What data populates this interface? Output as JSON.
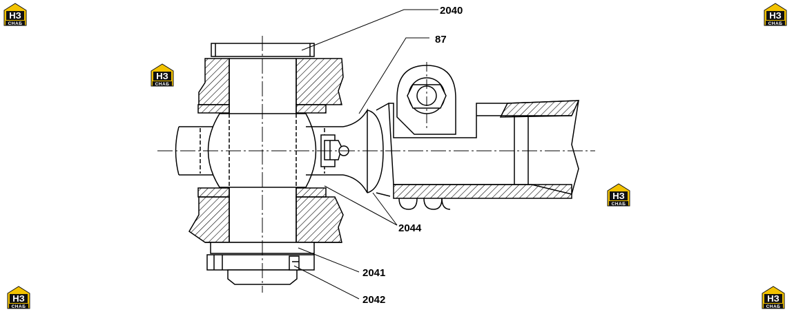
{
  "callouts": [
    {
      "id": "2040",
      "label": "2040"
    },
    {
      "id": "87",
      "label": "87"
    },
    {
      "id": "2044",
      "label": "2044"
    },
    {
      "id": "2041",
      "label": "2041"
    },
    {
      "id": "2042",
      "label": "2042"
    }
  ],
  "watermark": {
    "top_text": "НЗ",
    "bottom_text": "СНАБ",
    "colors": {
      "yellow": "#f2c200",
      "black": "#111111"
    }
  },
  "colors": {
    "line": "#000000",
    "background": "#ffffff"
  }
}
